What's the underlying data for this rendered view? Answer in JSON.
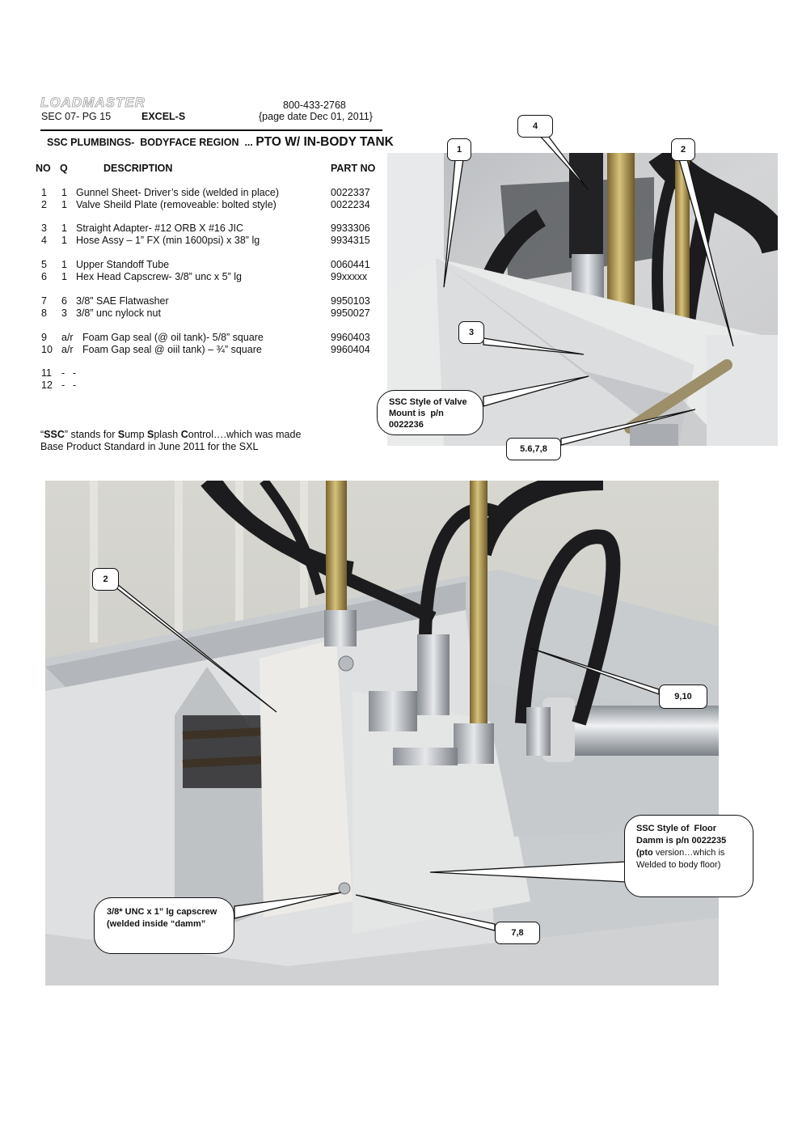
{
  "header": {
    "logo": "LOADMASTER",
    "section": "SEC 07- PG 15",
    "model": "EXCEL-S",
    "phone": "800-433-2768",
    "page_date": "{page date Dec 01, 2011}",
    "title_small": "SSC PLUMBINGS-  BODYFACE REGION  ... ",
    "title_large": "PTO W/ IN-BODY TANK"
  },
  "parts_table": {
    "columns": {
      "no": "NO",
      "q": "Q",
      "description": "DESCRIPTION",
      "part_no": "PART NO"
    },
    "rows": [
      {
        "no": "1",
        "q": "1",
        "description": "Gunnel Sheet- Driver’s side (welded in place)",
        "part_no": "0022337"
      },
      {
        "no": "2",
        "q": "1",
        "description": "Valve Sheild Plate (removeable: bolted style)",
        "part_no": "0022234"
      },
      {
        "no": "3",
        "q": "1",
        "description": "Straight Adapter- #12 ORB X #16 JIC",
        "part_no": "9933306"
      },
      {
        "no": "4",
        "q": "1",
        "description": "Hose Assy – 1” FX (min 1600psi) x 38” lg",
        "part_no": "9934315"
      },
      {
        "no": "5",
        "q": "1",
        "description": "Upper Standoff Tube",
        "part_no": "0060441"
      },
      {
        "no": "6",
        "q": "1",
        "description": "Hex Head Capscrew- 3/8” unc x 5” lg",
        "part_no": "99xxxxx"
      },
      {
        "no": "7",
        "q": "6",
        "description": "3/8” SAE Flatwasher",
        "part_no": "9950103"
      },
      {
        "no": "8",
        "q": "3",
        "description": "3/8” unc nylock nut",
        "part_no": "9950027"
      },
      {
        "no": "9",
        "q": "a/r",
        "description": "Foam Gap seal (@ oil tank)- 5/8” square",
        "part_no": "9960403"
      },
      {
        "no": "10",
        "q": "a/r",
        "description": "Foam Gap seal @ oiil tank) – ¾” square",
        "part_no": "9960404"
      },
      {
        "no": "11",
        "q": "-",
        "description": "-",
        "part_no": ""
      },
      {
        "no": "12",
        "q": "-",
        "description": "-",
        "part_no": ""
      }
    ]
  },
  "note": {
    "q1": "“",
    "ssc": "SSC",
    "q2": "” stands for ",
    "s1": "S",
    "ump": "ump ",
    "s2": "S",
    "plash": "plash ",
    "c": "C",
    "rest": "ontrol….which was made",
    "line2": "Base Product Standard in June 2011 for the SXL"
  },
  "top_photo": {
    "callouts": {
      "c1": "1",
      "c4": "4",
      "c2": "2",
      "c3": "3",
      "valve_mount_l1": "SSC Style of Valve",
      "valve_mount_l2": "Mount is  p/n",
      "valve_mount_l3": "0022236",
      "c5678": "5.6,7,8"
    }
  },
  "bottom_photo": {
    "callouts": {
      "c2": "2",
      "c910": "9,10",
      "floor_l1": "SSC Style of  Floor",
      "floor_l2": "Damm is p/n 0022235",
      "floor_l3_bold": "(pto",
      "floor_l3_rest": " version…which is",
      "floor_l4": "Welded to body floor)",
      "capscrew_l1": "3/8* UNC x 1” lg capscrew",
      "capscrew_l2": "(welded inside “damm”",
      "c78": "7,8"
    }
  },
  "colors": {
    "text": "#111111",
    "photo_wall": "#d9d8d2",
    "photo_metal": "#c9ccd0",
    "hose": "#1c1c1e",
    "brass": "#b39a5a"
  }
}
